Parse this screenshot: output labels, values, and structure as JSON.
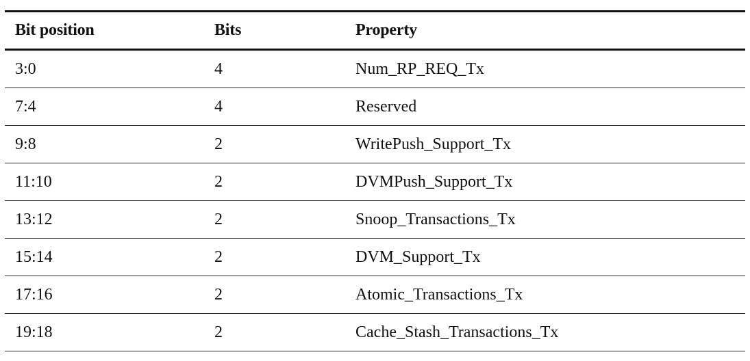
{
  "table": {
    "headers": [
      "Bit position",
      "Bits",
      "Property"
    ],
    "rows": [
      {
        "bit_position": "3:0",
        "bits": "4",
        "property": "Num_RP_REQ_Tx"
      },
      {
        "bit_position": "7:4",
        "bits": "4",
        "property": "Reserved"
      },
      {
        "bit_position": "9:8",
        "bits": "2",
        "property": "WritePush_Support_Tx"
      },
      {
        "bit_position": "11:10",
        "bits": "2",
        "property": "DVMPush_Support_Tx"
      },
      {
        "bit_position": "13:12",
        "bits": "2",
        "property": "Snoop_Transactions_Tx"
      },
      {
        "bit_position": "15:14",
        "bits": "2",
        "property": "DVM_Support_Tx"
      },
      {
        "bit_position": "17:16",
        "bits": "2",
        "property": "Atomic_Transactions_Tx"
      },
      {
        "bit_position": "19:18",
        "bits": "2",
        "property": "Cache_Stash_Transactions_Tx"
      }
    ]
  }
}
